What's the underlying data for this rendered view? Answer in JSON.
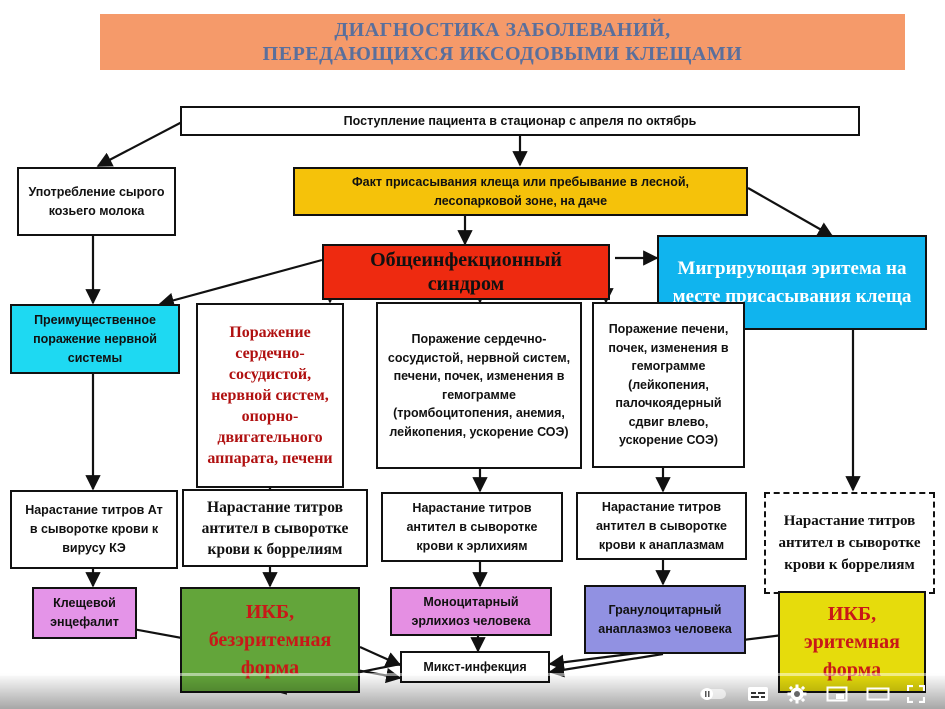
{
  "title": {
    "line1": "ДИАГНОСТИКА ЗАБОЛЕВАНИЙ,",
    "line2": "ПЕРЕДАЮЩИХСЯ ИКСОДОВЫМИ КЛЕЩАМИ"
  },
  "nodes": {
    "admission": "Поступление пациента в стационар с апреля по октябрь",
    "goat_milk": "Употребление сырого козьего молока",
    "tick_fact": "Факт присасывания клеща или пребывание в лесной, лесопарковой зоне, на даче",
    "general_syndrome": "Общеинфекционный синдром",
    "erythema": "Мигрирующая эритема на месте присасывания клеща",
    "nervous_lesion": "Преимущественное поражение нервной системы",
    "borrelia_lesion": "Поражение сердечно-сосудистой, нервной систем, опорно-двигательного аппарата, печени",
    "ehrlichia_lesion": "Поражение сердечно-сосудистой, нервной систем, печени, почек, изменения в гемограмме (тромбоцитопения, анемия, лейкопения, ускорение СОЭ)",
    "anaplasma_lesion": "Поражение печени, почек, изменения в гемограмме (лейкопения, палочкоядерный сдвиг влево, ускорение СОЭ)",
    "titer_tbe": "Нарастание титров Ат в сыворотке крови к вирусу КЭ",
    "titer_borrelia": "Нарастание титров антител в сыворотке крови к боррелиям",
    "titer_ehrlichia": "Нарастание титров антител в сыворотке крови к эрлихиям",
    "titer_anaplasma": "Нарастание титров антител в сыворотке крови к анаплазмам",
    "titer_borrelia_dashed": "Нарастание титров антител в сыворотке крови к боррелиям",
    "tbe": "Клещевой энцефалит",
    "ikb_nonerythema": "ИКБ, безэритемная форма",
    "monocytic": "Моноцитарный эрлихиоз человека",
    "granulocytic": "Гранулоцитарный анаплазмоз человека",
    "ikb_erythema": "ИКБ, эритемная форма",
    "mixed": "Микст-инфекция"
  },
  "colors": {
    "title_bg": "#f59a6a",
    "title_text": "#5a6f9c",
    "tick_fact": "#f5c20a",
    "general_syndrome": "#ee2a10",
    "erythema": "#10b4ee",
    "nervous_lesion": "#1ed9f2",
    "borrelia_text": "#b01010",
    "ikb_nonerythema": "#63a53a",
    "ikb_erythema": "#e6dc0c",
    "ikb_text": "#c81818",
    "monocytic": "#e58fe3",
    "granulocytic": "#9191e2",
    "tbe": "#e494e8"
  },
  "player": {
    "icons": [
      "autoplay-toggle-icon",
      "subtitles-icon",
      "settings-gear-icon",
      "miniplayer-icon",
      "theater-mode-icon",
      "fullscreen-icon"
    ]
  }
}
